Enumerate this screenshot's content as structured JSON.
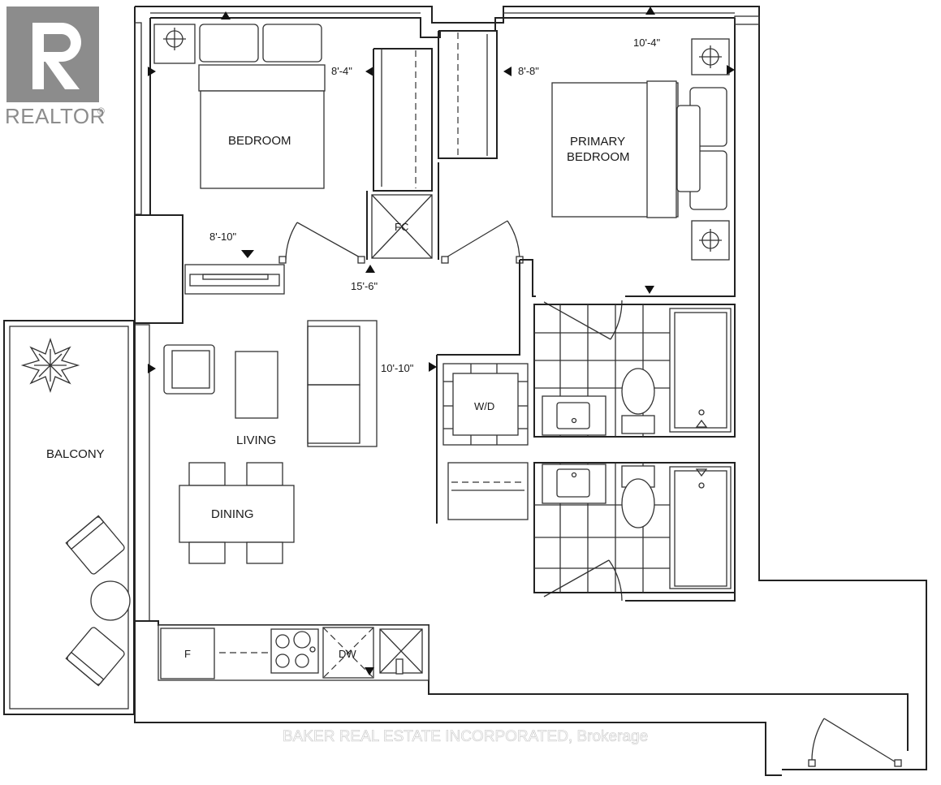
{
  "logo": {
    "text": "REALTOR",
    "mark": "®"
  },
  "rooms": {
    "bedroom": "BEDROOM",
    "primary_bedroom_line1": "PRIMARY",
    "primary_bedroom_line2": "BEDROOM",
    "living": "LIVING",
    "dining": "DINING",
    "balcony": "BALCONY",
    "fc": "FC",
    "wd": "W/D",
    "fridge": "F",
    "dishwasher": "DW"
  },
  "dimensions": {
    "bedroom_width": "8'-4\"",
    "bedroom_depth": "8'-10\"",
    "primary_width": "10'-4\"",
    "primary_depth": "8'-8\"",
    "living_depth": "15'-6\"",
    "living_width": "10'-10\""
  },
  "watermark": "BAKER REAL ESTATE INCORPORATED, Brokerage",
  "colors": {
    "line": "#222222",
    "logo": "#8c8c8c",
    "background": "#ffffff"
  }
}
